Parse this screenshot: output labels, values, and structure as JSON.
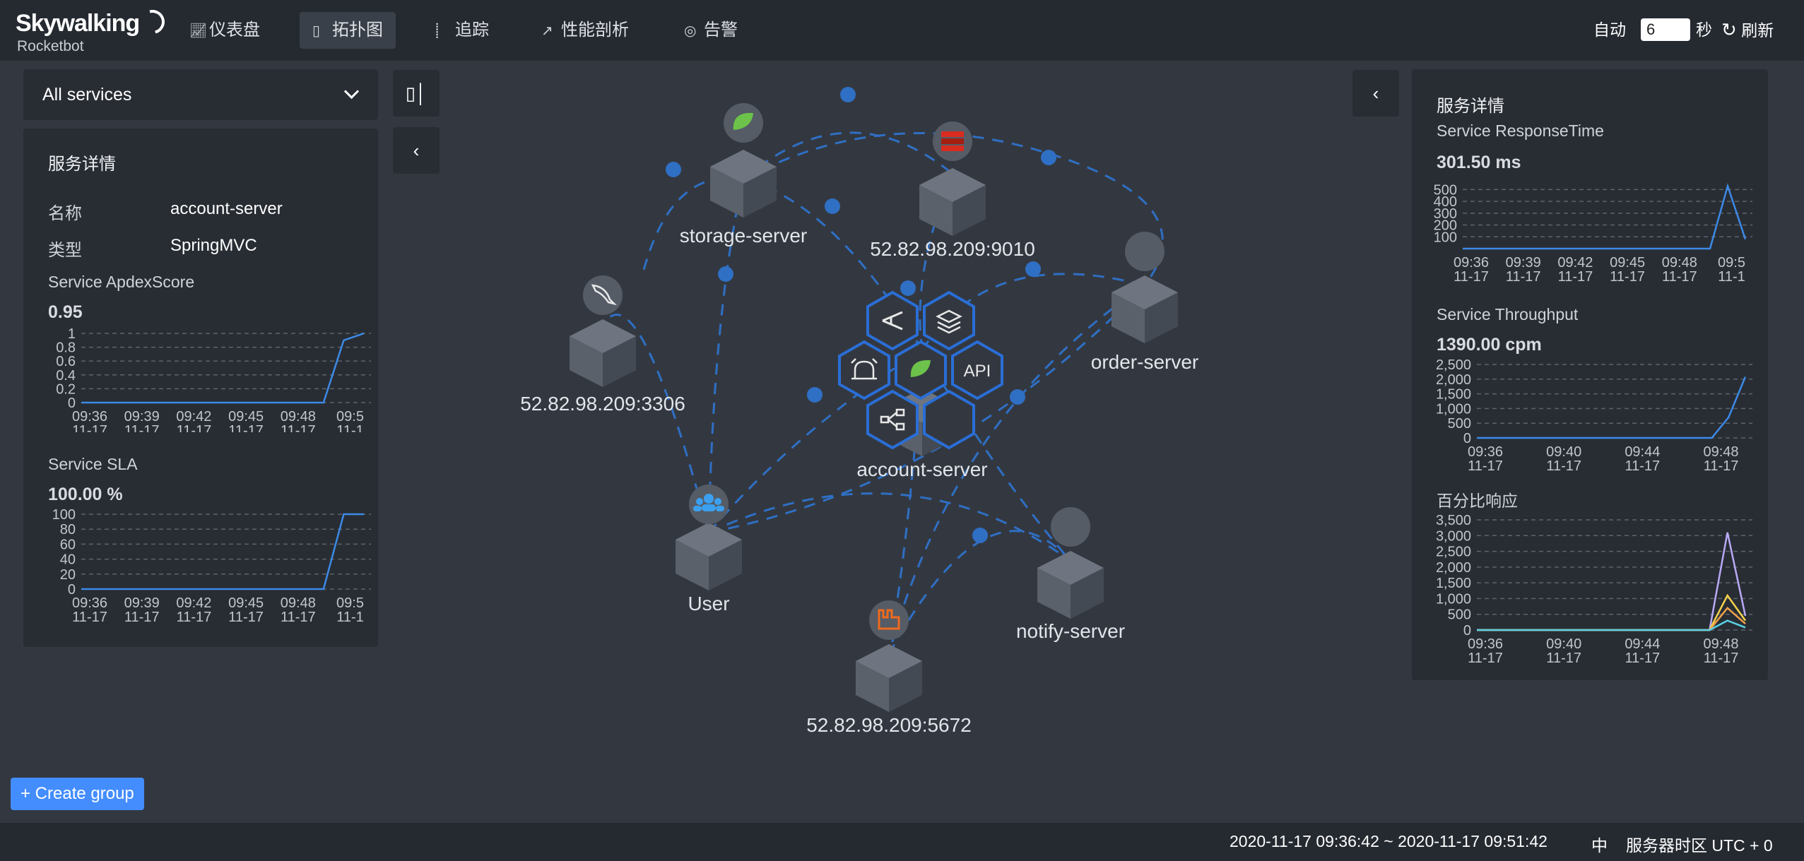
{
  "app": {
    "brand": "Skywalking",
    "subtitle": "Rocketbot"
  },
  "nav": [
    {
      "label": "仪表盘",
      "icon": "chart-icon"
    },
    {
      "label": "拓扑图",
      "icon": "topology-icon",
      "active": true
    },
    {
      "label": "追踪",
      "icon": "trace-icon"
    },
    {
      "label": "性能剖析",
      "icon": "profile-icon"
    },
    {
      "label": "告警",
      "icon": "alarm-icon"
    }
  ],
  "toolbar": {
    "auto_label": "自动",
    "interval_value": "6",
    "seconds_label": "秒",
    "refresh_label": "刷新"
  },
  "service_select": {
    "value": "All services"
  },
  "left_panel": {
    "title": "服务详情",
    "name_label": "名称",
    "name_value": "account-server",
    "type_label": "类型",
    "type_value": "SpringMVC",
    "apdex": {
      "label": "Service ApdexScore",
      "value": "0.95"
    },
    "sla": {
      "label": "Service SLA",
      "value": "100.00 %"
    }
  },
  "right_panel": {
    "title": "服务详情",
    "response": {
      "label": "Service ResponseTime",
      "value": "301.50 ms"
    },
    "throughput": {
      "label": "Service Throughput",
      "value": "1390.00 cpm"
    },
    "percentile": {
      "label": "百分比响应"
    }
  },
  "topology": {
    "nodes": [
      {
        "id": "storage",
        "label": "storage-server",
        "icon": "spring-leaf-icon"
      },
      {
        "id": "redis",
        "label": "52.82.98.209:9010",
        "icon": "redis-icon"
      },
      {
        "id": "mysql",
        "label": "52.82.98.209:3306",
        "icon": "mysql-icon"
      },
      {
        "id": "order",
        "label": "order-server",
        "icon": ""
      },
      {
        "id": "account",
        "label": "account-server",
        "icon": "spring-leaf-icon"
      },
      {
        "id": "user",
        "label": "User",
        "icon": "users-icon"
      },
      {
        "id": "notify",
        "label": "notify-server",
        "icon": ""
      },
      {
        "id": "rabbit",
        "label": "52.82.98.209:5672",
        "icon": "rabbitmq-icon"
      }
    ],
    "hex_menu": [
      "trace-icon",
      "layers-icon",
      "alarm-icon",
      "api-icon",
      "topology-icon",
      "empty"
    ]
  },
  "create_group": {
    "label": "+ Create group"
  },
  "footer": {
    "time_range": "2020-11-17 09:36:42 ~ 2020-11-17 09:51:42",
    "lang": "中",
    "timezone": "服务器时区 UTC + 0"
  },
  "chart_data": [
    {
      "type": "line",
      "title": "Service ApdexScore",
      "x": [
        "09:36\n11-17",
        "09:39\n11-17",
        "09:42\n11-17",
        "09:45\n11-17",
        "09:48\n11-17",
        "09:5\n11-1"
      ],
      "yticks": [
        "0",
        "0.2",
        "0.4",
        "0.6",
        "0.8",
        "1"
      ],
      "ylim": [
        0,
        1
      ],
      "series": [
        {
          "values": [
            0,
            0,
            0,
            0,
            0,
            0,
            0,
            0,
            0,
            0,
            0,
            0,
            0,
            0.9,
            1
          ]
        }
      ]
    },
    {
      "type": "line",
      "title": "Service SLA",
      "x": [
        "09:36\n11-17",
        "09:39\n11-17",
        "09:42\n11-17",
        "09:45\n11-17",
        "09:48\n11-17",
        "09:5\n11-1"
      ],
      "yticks": [
        "0",
        "20",
        "40",
        "60",
        "80",
        "100"
      ],
      "ylim": [
        0,
        100
      ],
      "series": [
        {
          "values": [
            0,
            0,
            0,
            0,
            0,
            0,
            0,
            0,
            0,
            0,
            0,
            0,
            0,
            100,
            100
          ]
        }
      ]
    },
    {
      "type": "line",
      "title": "Service ResponseTime",
      "x": [
        "09:36\n11-17",
        "09:39\n11-17",
        "09:42\n11-17",
        "09:45\n11-17",
        "09:48\n11-17",
        "09:5\n11-1"
      ],
      "yticks": [
        "100",
        "200",
        "300",
        "400",
        "500"
      ],
      "ylim": [
        0,
        550
      ],
      "series": [
        {
          "values": [
            0,
            0,
            0,
            0,
            0,
            0,
            0,
            0,
            0,
            0,
            0,
            0,
            0,
            0,
            0,
            530,
            80
          ]
        }
      ]
    },
    {
      "type": "line",
      "title": "Service Throughput",
      "x": [
        "09:36\n11-17",
        "09:40\n11-17",
        "09:44\n11-17",
        "09:48\n11-17"
      ],
      "yticks": [
        "0",
        "500",
        "1,000",
        "1,500",
        "2,000",
        "2,500"
      ],
      "ylim": [
        0,
        2500
      ],
      "series": [
        {
          "values": [
            0,
            0,
            0,
            0,
            0,
            0,
            0,
            0,
            0,
            0,
            0,
            0,
            0,
            0,
            0,
            700,
            2080
          ]
        }
      ]
    },
    {
      "type": "line",
      "title": "百分比响应",
      "x": [
        "09:36\n11-17",
        "09:40\n11-17",
        "09:44\n11-17",
        "09:48\n11-17"
      ],
      "yticks": [
        "0",
        "500",
        "1,000",
        "1,500",
        "2,000",
        "2,500",
        "3,000",
        "3,500"
      ],
      "ylim": [
        0,
        3500
      ],
      "series": [
        {
          "color": "#b9a9f5",
          "values": [
            0,
            0,
            0,
            0,
            0,
            0,
            0,
            0,
            0,
            0,
            0,
            0,
            0,
            0,
            3100,
            450
          ]
        },
        {
          "color": "#f5d24a",
          "values": [
            0,
            0,
            0,
            0,
            0,
            0,
            0,
            0,
            0,
            0,
            0,
            0,
            0,
            0,
            1100,
            300
          ]
        },
        {
          "color": "#f0a14a",
          "values": [
            0,
            0,
            0,
            0,
            0,
            0,
            0,
            0,
            0,
            0,
            0,
            0,
            0,
            0,
            700,
            200
          ]
        },
        {
          "color": "#5ad1e6",
          "values": [
            0,
            0,
            0,
            0,
            0,
            0,
            0,
            0,
            0,
            0,
            0,
            0,
            0,
            0,
            300,
            80
          ]
        }
      ]
    }
  ]
}
